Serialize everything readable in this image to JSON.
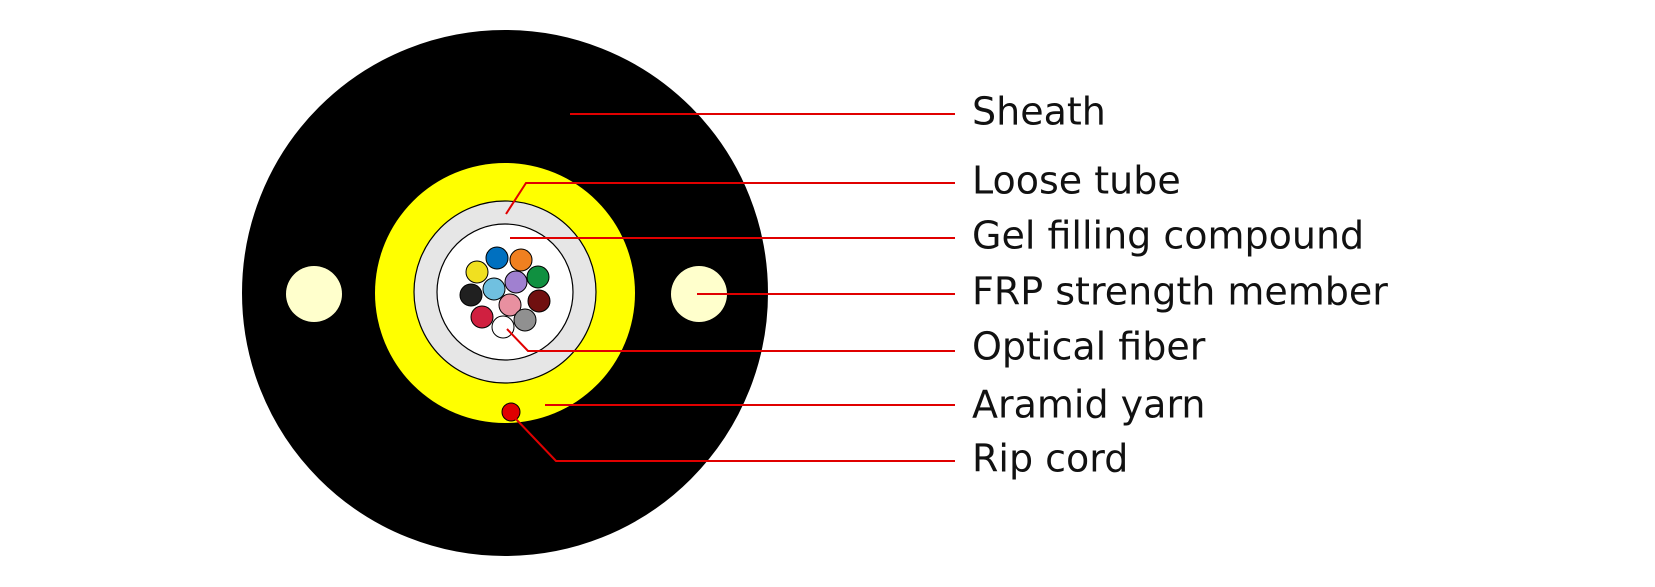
{
  "labels": {
    "sheath": "Sheath",
    "loose_tube": "Loose tube",
    "gel_filling_compound": "Gel filling compound",
    "frp_strength_member": "FRP strength member",
    "optical_fiber": "Optical fiber",
    "aramid_yarn": "Aramid yarn",
    "rip_cord": "Rip cord"
  },
  "colors": {
    "sheath": "#000000",
    "aramid_yarn": "#ffff00",
    "loose_tube": "#e6e6e6",
    "gel_filling_compound": "#ffffff",
    "frp_strength_member": "#ffffcc",
    "rip_cord": "#e00000",
    "leader_line": "#e00000"
  },
  "fiber_colors": [
    "#0070c0",
    "#f08020",
    "#f0e020",
    "#70c0e0",
    "#a080d0",
    "#109040",
    "#202020",
    "#e890a0",
    "#701010",
    "#d02040",
    "#909090",
    "#ffffff"
  ]
}
